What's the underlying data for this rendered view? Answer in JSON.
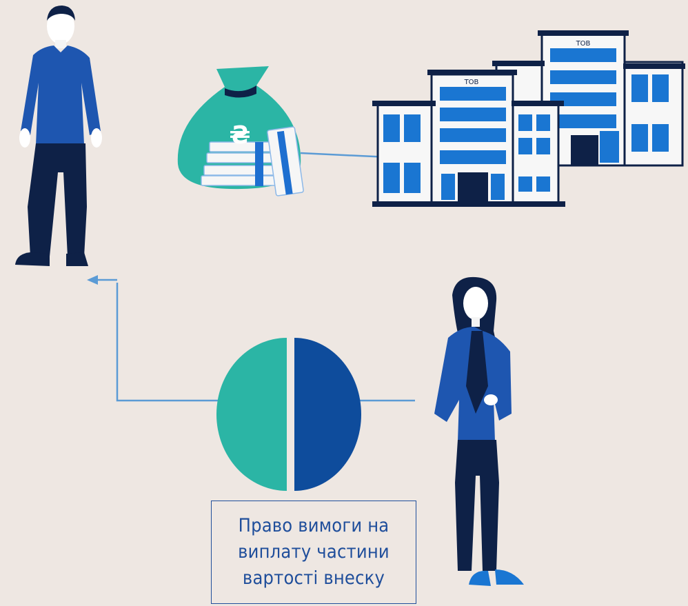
{
  "buildings": {
    "back_sign": "ТОВ",
    "front_sign": "ТОВ"
  },
  "money": {
    "currency_symbol": "₴"
  },
  "caption": {
    "lines": [
      "Право вимоги на",
      "виплату частини",
      "вартості внеску"
    ]
  },
  "colors": {
    "background": "#EEE7E2",
    "navy": "#0E2147",
    "blue": "#1E56B0",
    "teal": "#2BB5A5",
    "dark_blue": "#0E4C9C",
    "arrow": "#5B9BD5",
    "building_blue": "#1A76D2"
  }
}
